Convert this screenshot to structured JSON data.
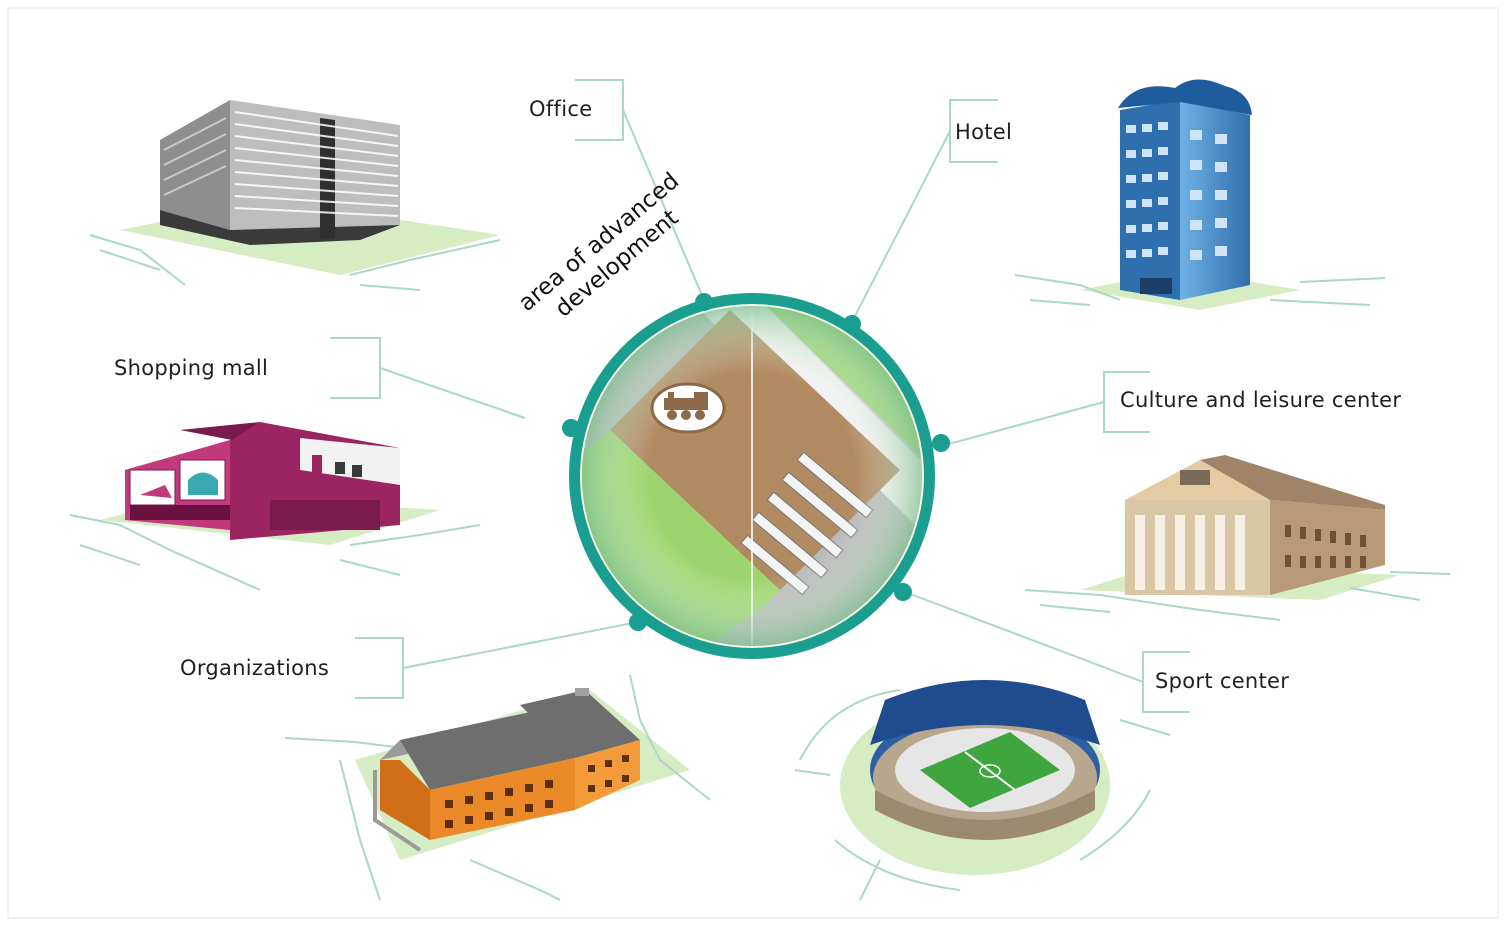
{
  "center": {
    "line1": "area of advanced",
    "line2": "development",
    "icon": "train-icon"
  },
  "nodes": {
    "office": "Office",
    "hotel": "Hotel",
    "shopping_mall": "Shopping mall",
    "culture": "Culture and leisure center",
    "organizations": "Organizations",
    "sport": "Sport center"
  },
  "colors": {
    "ring": "#1a9e8f",
    "leader_line": "#a9d8c4",
    "ground": "#d6ecc2",
    "mall": "#a22a67",
    "hotel": "#3f86c4",
    "organizations": "#ec8a2a",
    "pitch": "#3fa63f"
  }
}
